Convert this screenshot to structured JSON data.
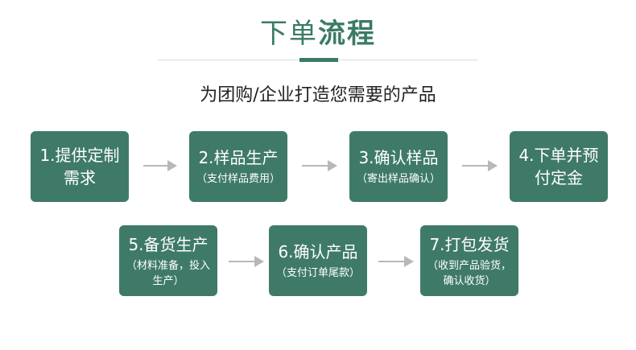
{
  "header": {
    "title_light": "下单",
    "title_bold": "流程",
    "subtitle": "为团购/企业打造您需要的产品"
  },
  "steps": [
    {
      "label": "1.提供定制需求",
      "note": ""
    },
    {
      "label": "2.样品生产",
      "note": "（支付样品费用）"
    },
    {
      "label": "3.确认样品",
      "note": "（寄出样品确认）"
    },
    {
      "label": "4.下单并预付定金",
      "note": ""
    },
    {
      "label": "5.备货生产",
      "note": "（材料准备，投入生产）"
    },
    {
      "label": "6.确认产品",
      "note": "（支付订单尾款）"
    },
    {
      "label": "7.打包发货",
      "note": "（收到产品验货，确认收货）"
    }
  ],
  "colors": {
    "accent": "#3a7a66",
    "box": "#3f7a68",
    "arrow": "#b8b8b8"
  }
}
